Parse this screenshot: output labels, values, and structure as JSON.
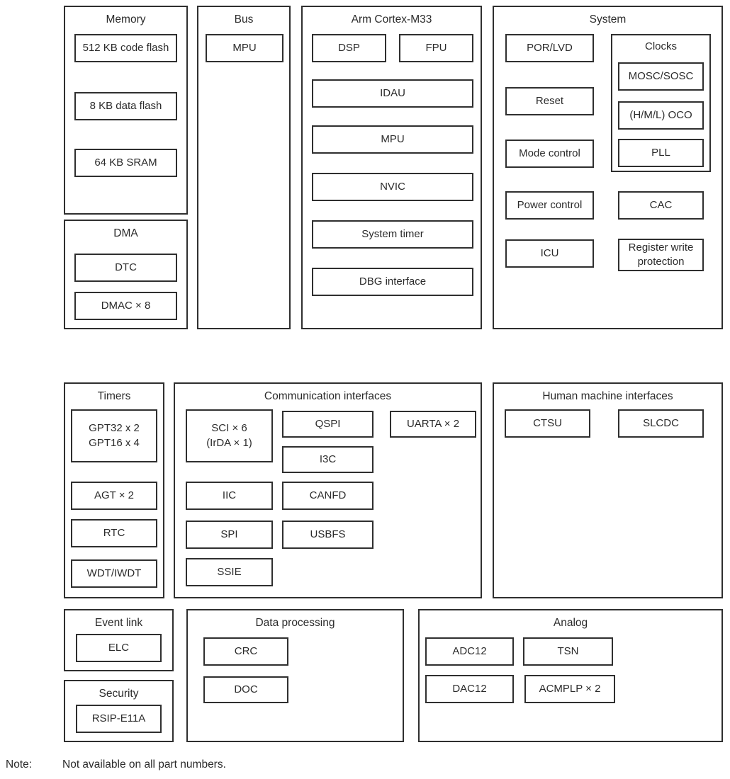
{
  "diagram": {
    "groups": {
      "memory": {
        "title": "Memory",
        "items": [
          "512 KB code flash",
          "8 KB data flash",
          "64 KB SRAM"
        ]
      },
      "dma": {
        "title": "DMA",
        "items": [
          "DTC",
          "DMAC × 8"
        ]
      },
      "bus": {
        "title": "Bus",
        "items": [
          "MPU"
        ]
      },
      "cortex": {
        "title": "Arm Cortex-M33",
        "items": [
          "DSP",
          "FPU",
          "IDAU",
          "MPU",
          "NVIC",
          "System timer",
          "DBG interface"
        ]
      },
      "system": {
        "title": "System",
        "items": [
          "POR/LVD",
          "Reset",
          "Mode control",
          "Power control",
          "ICU",
          "CAC"
        ],
        "register_write": [
          "Register write",
          "protection"
        ],
        "clocks": {
          "title": "Clocks",
          "items": [
            "MOSC/SOSC",
            "(H/M/L) OCO",
            "PLL"
          ]
        }
      },
      "timers": {
        "title": "Timers",
        "gpt": [
          "GPT32 x 2",
          "GPT16 x 4"
        ],
        "items": [
          "AGT × 2",
          "RTC",
          "WDT/IWDT"
        ]
      },
      "comm": {
        "title": "Communication interfaces",
        "sci": [
          "SCI × 6",
          "(IrDA × 1)"
        ],
        "items": [
          "QSPI",
          "UARTA × 2",
          "I3C",
          "IIC",
          "CANFD",
          "SPI",
          "USBFS",
          "SSIE"
        ]
      },
      "hmi": {
        "title": "Human machine interfaces",
        "items": [
          "CTSU",
          "SLCDC"
        ]
      },
      "event_link": {
        "title": "Event link",
        "items": [
          "ELC"
        ]
      },
      "security": {
        "title": "Security",
        "items": [
          "RSIP-E11A"
        ]
      },
      "data_processing": {
        "title": "Data processing",
        "items": [
          "CRC",
          "DOC"
        ]
      },
      "analog": {
        "title": "Analog",
        "items": [
          "ADC12",
          "TSN",
          "DAC12",
          "ACMPLP × 2"
        ]
      }
    },
    "note": {
      "label": "Note:",
      "text": "Not available on all part numbers."
    },
    "colors": {
      "line": "#2f2f2f",
      "background": "#ffffff",
      "text": "#2b2b2b"
    }
  }
}
